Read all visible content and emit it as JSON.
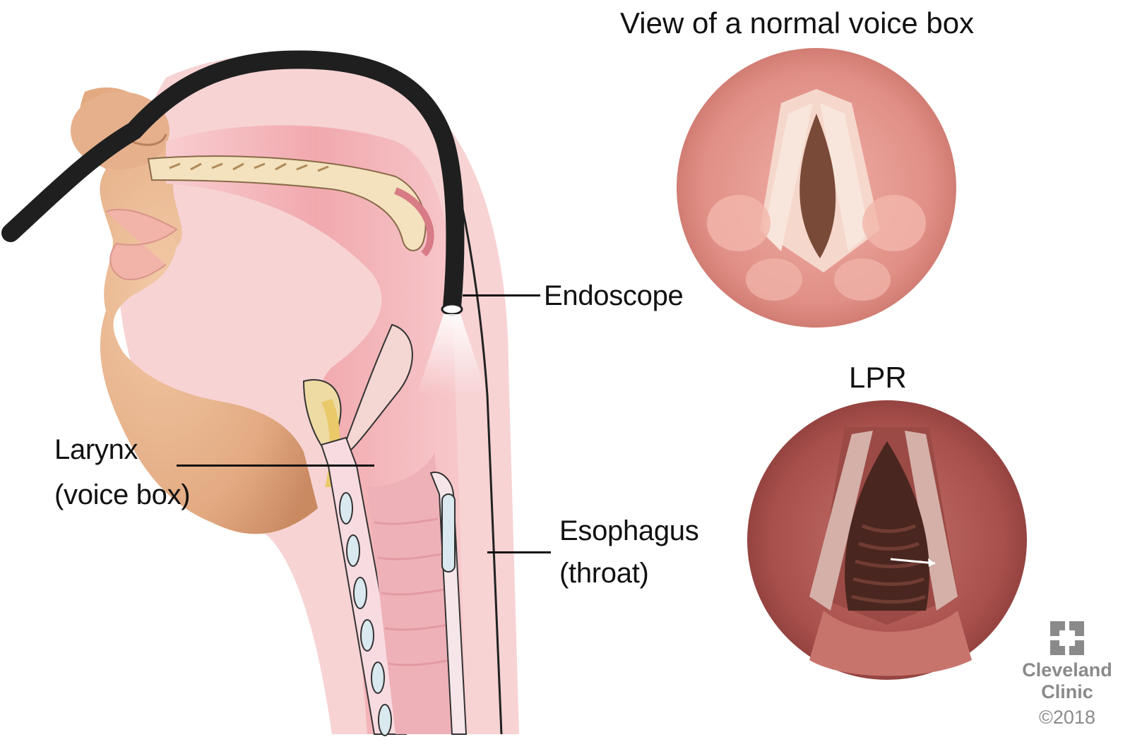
{
  "scope_view": {
    "title": "View of a normal voice box",
    "lpr_title": "LPR"
  },
  "labels": {
    "endoscope": "Endoscope",
    "larynx_line1": "Larynx",
    "larynx_line2": "(voice box)",
    "esophagus_line1": "Esophagus",
    "esophagus_line2": "(throat)"
  },
  "logo": {
    "name_line1": "Cleveland",
    "name_line2": "Clinic",
    "copyright": "©2018"
  },
  "colors": {
    "skin": "#e8b590",
    "tissue_pink": "#f2a7ad",
    "endoscope": "#1f1f1f",
    "normal_voice_box": "#e79a8f",
    "lpr_voice_box": "#b45a55",
    "logo_grey": "#8a8a8a"
  }
}
